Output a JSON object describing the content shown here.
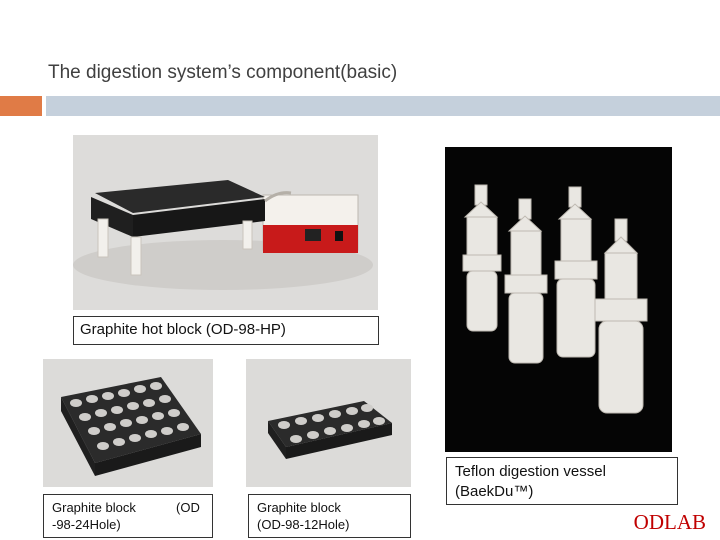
{
  "slide": {
    "title": "The digestion system’s component(basic)",
    "brand": "ODLAB"
  },
  "captions": {
    "hot_block": "Graphite hot block (OD-98-HP)",
    "block24_line1": "Graphite block",
    "block24_paren": "(OD",
    "block24_line2": "-98-24Hole)",
    "block12_line1": "Graphite block",
    "block12_line2": "(OD-98-12Hole)",
    "vessel_line1": "Teflon digestion vessel",
    "vessel_line2": "(BaekDu™)"
  },
  "colors": {
    "accent_orange": "#e07b46",
    "rule_gray": "#c5d0dc",
    "brand_red": "#c00000"
  }
}
